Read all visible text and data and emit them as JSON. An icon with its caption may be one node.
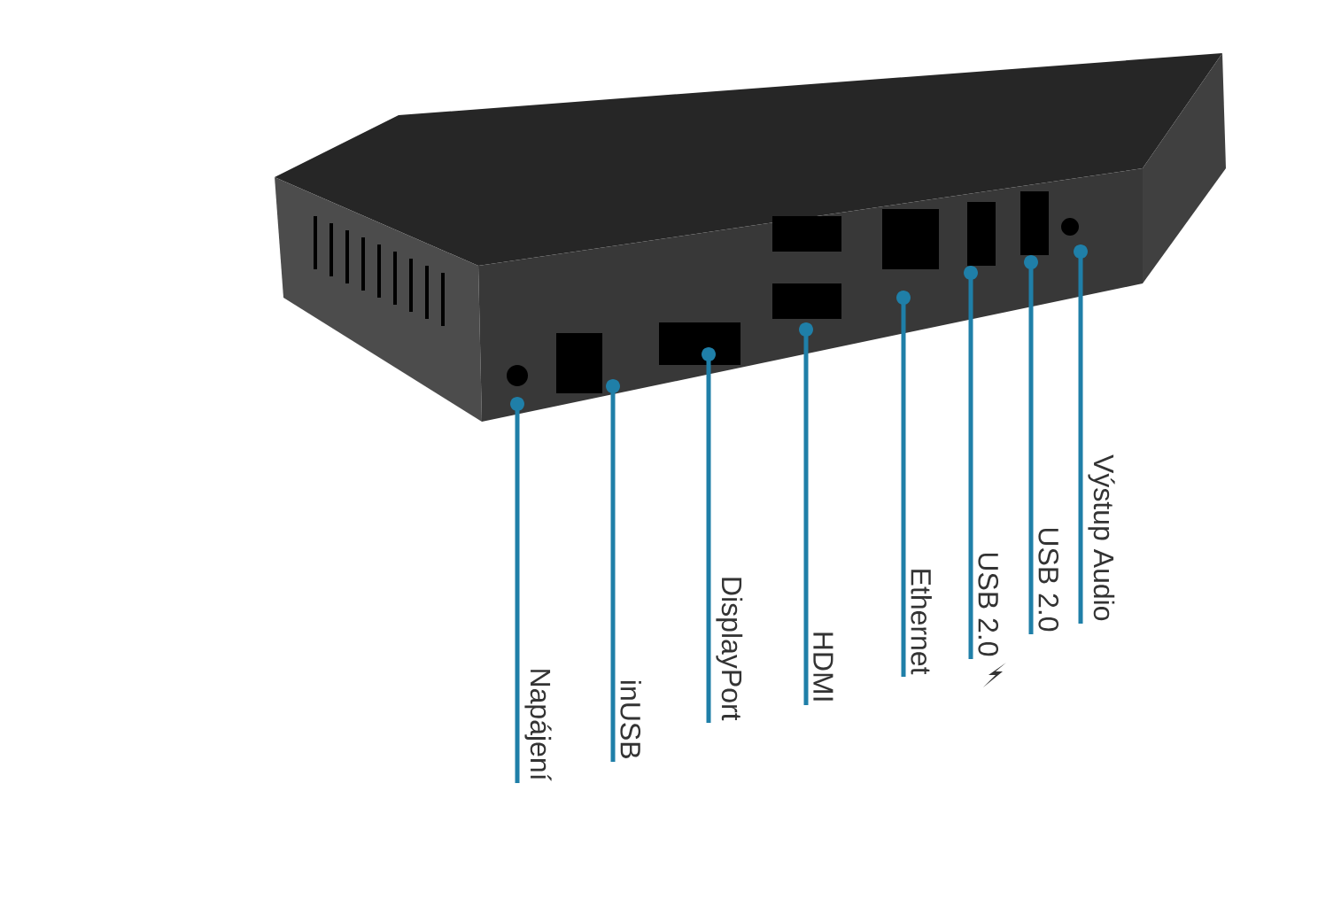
{
  "diagram": {
    "nodes": [
      {
        "text": [
          "Napájení"
        ]
      },
      {
        "text": [
          "inUSB"
        ]
      },
      {
        "text": [
          "DisplayPort"
        ]
      },
      {
        "text": [
          "HDMI"
        ]
      },
      {
        "text": [
          "Ethernet"
        ]
      },
      {
        "text": [
          "USB 2.0"
        ]
      },
      {
        "text": [
          "USB 2.0"
        ]
      },
      {
        "text": [
          "Výstup Audio"
        ]
      }
    ],
    "edges": [
      {
        "from": 0,
        "to": null,
        "arrow": "other"
      },
      {
        "from": 1,
        "to": null,
        "arrow": "other"
      },
      {
        "from": 2,
        "to": null,
        "arrow": "other"
      },
      {
        "from": 3,
        "to": null,
        "arrow": "other"
      },
      {
        "from": 4,
        "to": null,
        "arrow": "other"
      },
      {
        "from": 5,
        "to": null,
        "arrow": "other"
      },
      {
        "from": 6,
        "to": null,
        "arrow": "other"
      },
      {
        "from": 7,
        "to": null,
        "arrow": "other"
      }
    ]
  }
}
